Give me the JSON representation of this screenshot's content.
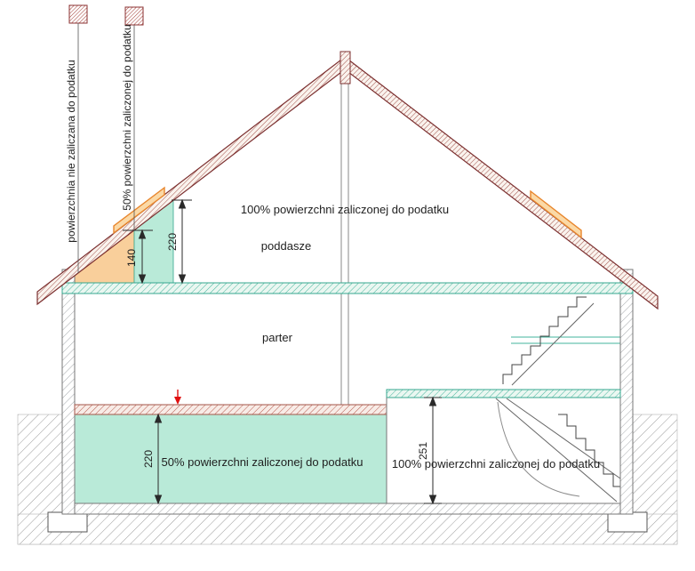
{
  "labels": {
    "left_vertical_1": "powierzchnia nie zaliczana do podatku",
    "left_vertical_2": "50% powierzchni zaliczonej do podatku",
    "attic_area": "100% powierzchni zaliczonej do podatku",
    "attic_name": "poddasze",
    "ground_floor_name": "parter",
    "basement_left_area": "50% powierzchni zaliczonej do podatku",
    "basement_right_area": "100% powierzchni zaliczonej do podatku"
  },
  "dimensions": {
    "attic_140": "140",
    "attic_220": "220",
    "basement_220": "220",
    "basement_251": "251"
  },
  "colors": {
    "teal_fill": "#b9ead8",
    "teal_line": "#35a78f",
    "orange_fill": "#f9cf9b",
    "orange_line": "#e8973b",
    "roof_border": "#7c3030",
    "roof_hatch": "#a2524a",
    "wall_hatch": "#a8abae",
    "ground_hatch": "#9b9b9b",
    "dimension_line": "#2a2a2a",
    "level_marker_red": "#e01010"
  }
}
